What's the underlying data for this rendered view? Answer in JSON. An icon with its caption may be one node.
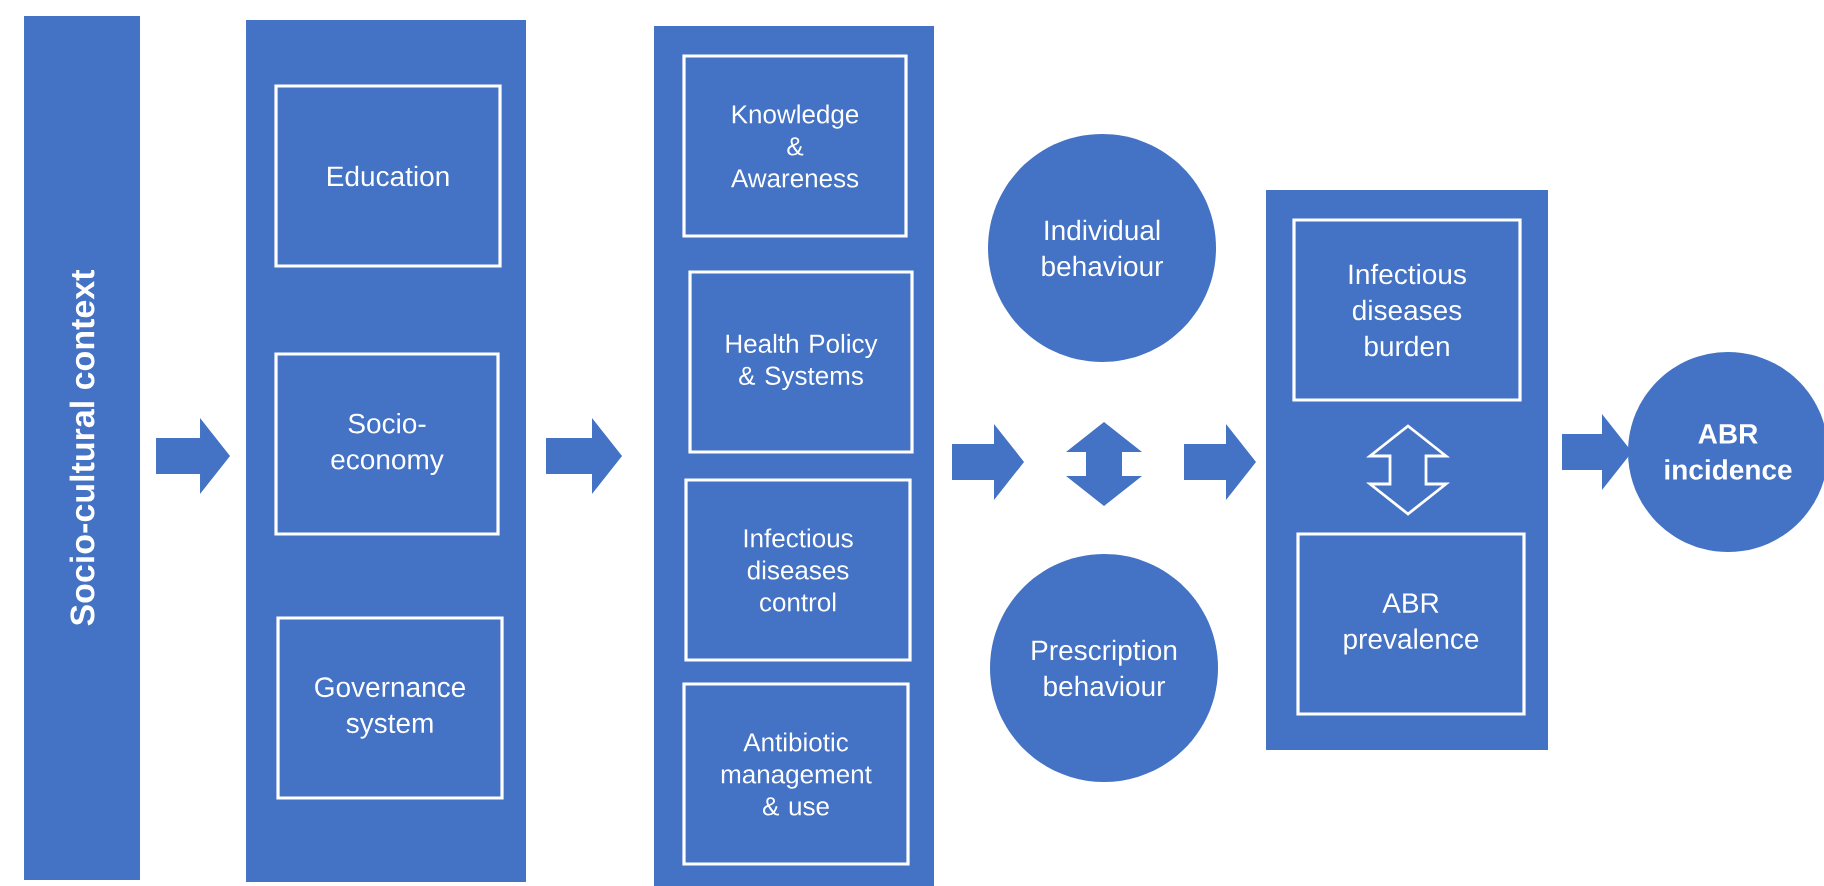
{
  "diagram": {
    "nodes": [
      {
        "text": [
          "Socio-cultural context"
        ]
      },
      {
        "text": [],
        "shape": "box"
      },
      {
        "text": [
          "Education"
        ],
        "in": 1
      },
      {
        "text": [
          "Socio-economy"
        ],
        "in": 1
      },
      {
        "text": [
          "Governance system"
        ],
        "in": 1
      },
      {
        "text": [],
        "shape": "box"
      },
      {
        "text": [
          "Knowledge & Awareness"
        ],
        "in": 5
      },
      {
        "text": [
          "Health Policy & Systems"
        ],
        "in": 5
      },
      {
        "text": [
          "Infectious diseases control"
        ],
        "in": 5
      },
      {
        "text": [
          "Antibiotic management & use"
        ],
        "in": 5
      },
      {
        "text": [
          "Individual behaviour"
        ]
      },
      {
        "text": [
          "Prescription behaviour"
        ]
      },
      {
        "text": [],
        "shape": "box"
      },
      {
        "text": [
          "Infectious diseases burden"
        ],
        "in": 12
      },
      {
        "text": [
          "ABR prevalence"
        ],
        "in": 12
      },
      {
        "text": [
          "ABR incidence"
        ]
      }
    ],
    "edges": [
      {
        "from": 0,
        "to": 1,
        "arrow": "to"
      },
      {
        "from": 1,
        "to": 5,
        "arrow": "to"
      },
      {
        "from": 5,
        "to": 10,
        "arrow": "to"
      },
      {
        "from": 5,
        "to": 11,
        "arrow": "to"
      },
      {
        "from": 10,
        "to": 11,
        "arrow": "both"
      },
      {
        "from": 10,
        "to": 12,
        "arrow": "to"
      },
      {
        "from": 11,
        "to": 12,
        "arrow": "to"
      },
      {
        "from": 13,
        "to": 14,
        "arrow": "both",
        "color": "#ffffff"
      },
      {
        "from": 12,
        "to": 15,
        "arrow": "to"
      }
    ]
  }
}
